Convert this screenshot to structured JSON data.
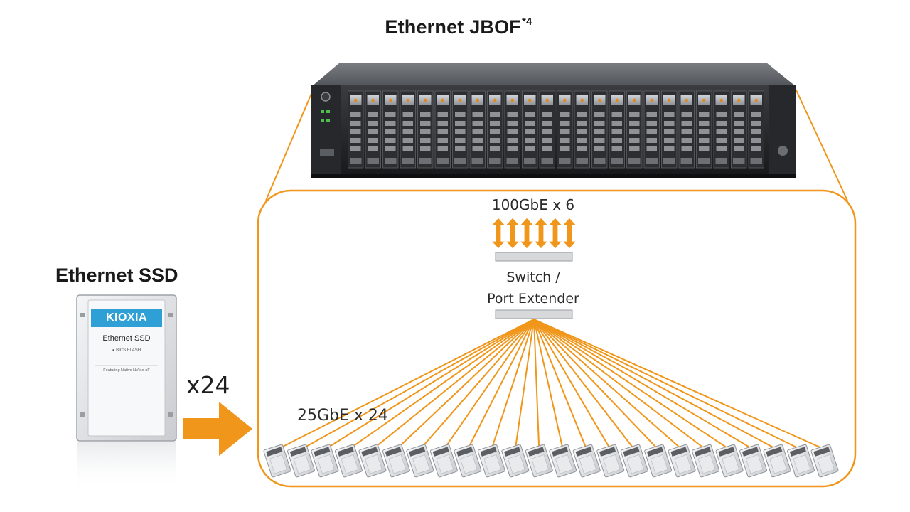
{
  "title": "Ethernet JBOF",
  "title_note": "*4",
  "ssd_title": "Ethernet SSD",
  "multiplier_label": "x24",
  "uplink_label": "100GbE x 6",
  "switch_label_line1": "Switch /",
  "switch_label_line2": "Port Extender",
  "downlink_label": "25GbE x 24",
  "ssd_card": {
    "brand": "KIOXIA",
    "product": "Ethernet SSD",
    "sub": "● BICS FLASH",
    "tagline": "Featuring Native NVMe-oF"
  },
  "counts": {
    "drives": 24,
    "uplinks": 6,
    "jbof_bays": 24
  },
  "colors": {
    "accent": "#f0961a",
    "accent_dark": "#e07f00",
    "brand_blue": "#2ea0d6"
  }
}
